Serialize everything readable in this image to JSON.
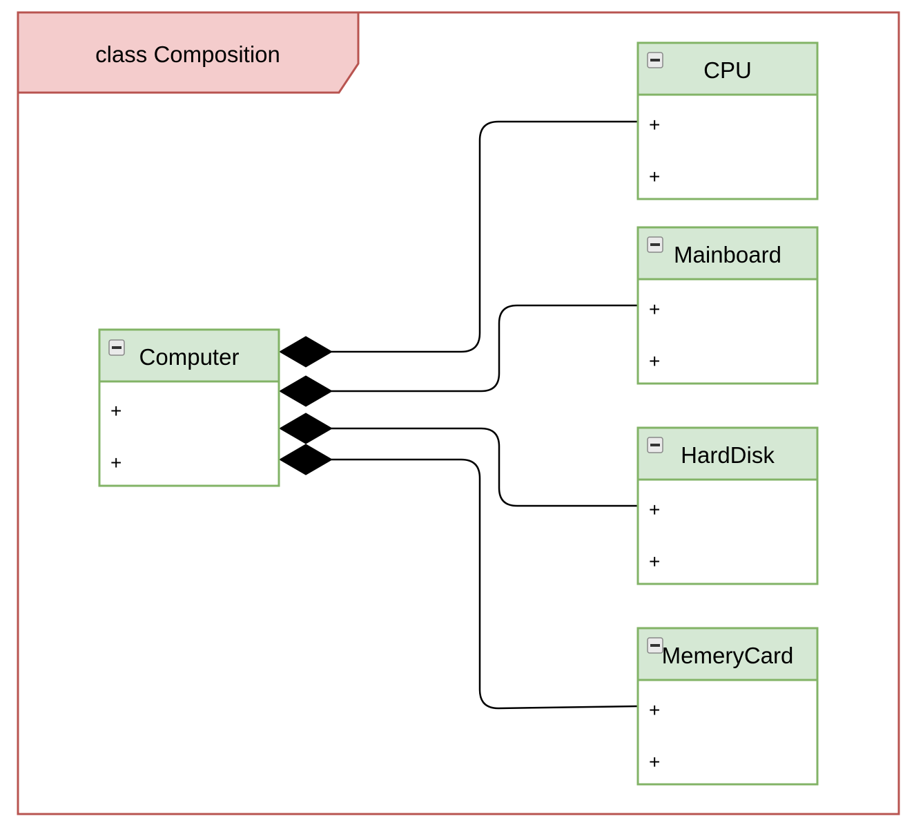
{
  "frame": {
    "title": "class Composition"
  },
  "classes": [
    {
      "name": "Computer",
      "attributes": [
        "+",
        "+"
      ]
    },
    {
      "name": "CPU",
      "attributes": [
        "+",
        "+"
      ]
    },
    {
      "name": "Mainboard",
      "attributes": [
        "+",
        "+"
      ]
    },
    {
      "name": "HardDisk",
      "attributes": [
        "+",
        "+"
      ]
    },
    {
      "name": "MemeryCard",
      "attributes": [
        "+",
        "+"
      ]
    }
  ],
  "relationships": [
    {
      "type": "composition",
      "whole": "Computer",
      "part": "CPU"
    },
    {
      "type": "composition",
      "whole": "Computer",
      "part": "Mainboard"
    },
    {
      "type": "composition",
      "whole": "Computer",
      "part": "HardDisk"
    },
    {
      "type": "composition",
      "whole": "Computer",
      "part": "MemeryCard"
    }
  ],
  "colors": {
    "frame_border": "#b85450",
    "frame_tab_fill": "#f4cccc",
    "class_border": "#82b366",
    "class_header_fill": "#d5e8d4",
    "class_body_fill": "#ffffff",
    "connector": "#000000"
  },
  "icons": {
    "collapse": "collapse-minus-icon",
    "composition_end": "filled-diamond"
  }
}
